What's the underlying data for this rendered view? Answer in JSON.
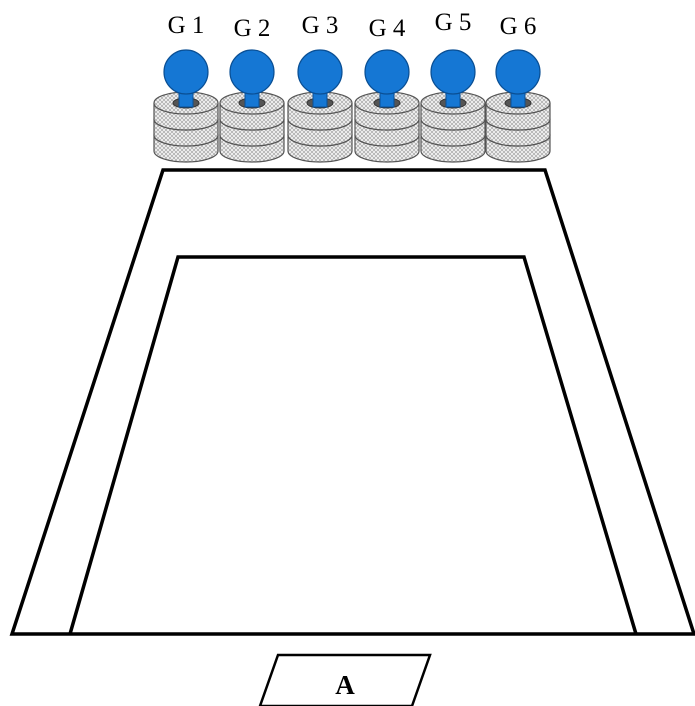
{
  "gates": [
    {
      "label": "G 1"
    },
    {
      "label": "G 2"
    },
    {
      "label": "G 3"
    },
    {
      "label": "G 4"
    },
    {
      "label": "G 5"
    },
    {
      "label": "G 6"
    }
  ],
  "start_box": {
    "label": "A"
  },
  "colors": {
    "ball": "#1577d4",
    "ball_stroke": "#0a4f94",
    "tire_fill": "#e8e8e8",
    "tire_hole": "#555555",
    "outline": "#000000"
  }
}
